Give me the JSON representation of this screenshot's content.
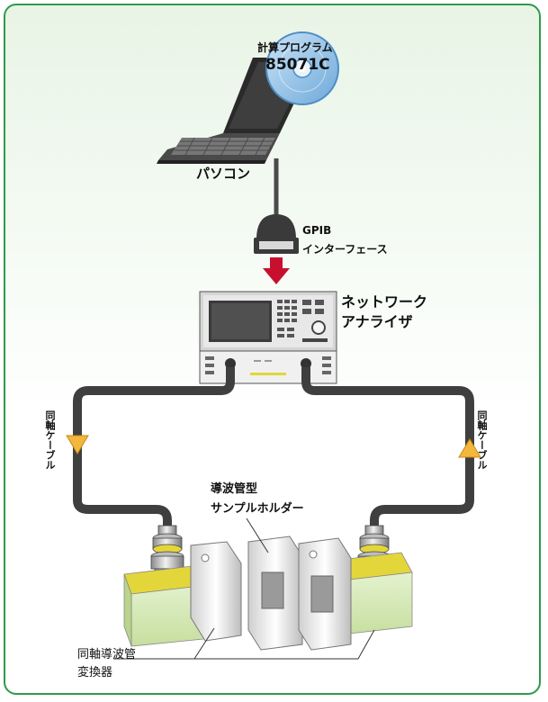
{
  "software": {
    "line1": "計算プログラム",
    "line2": "85071C"
  },
  "pc_label": "パソコン",
  "interface": {
    "line1": "GPIB",
    "line2": "インターフェース"
  },
  "analyzer": {
    "line1": "ネットワーク",
    "line2": "アナライザ"
  },
  "cable_left": "同軸ケーブル",
  "cable_right": "同軸ケーブル",
  "holder": {
    "line1": "導波管型",
    "line2": "サンプルホルダー"
  },
  "converter": {
    "line1": "同軸導波管",
    "line2": "変換器"
  },
  "colors": {
    "frame": "#2f9a4a",
    "arrow": "#c8102e",
    "cable_arrow": "#f4b73d",
    "converter_yellow": "#e3d63a",
    "converter_green": "#d8ecbf",
    "disc": "#8fc3ea"
  }
}
